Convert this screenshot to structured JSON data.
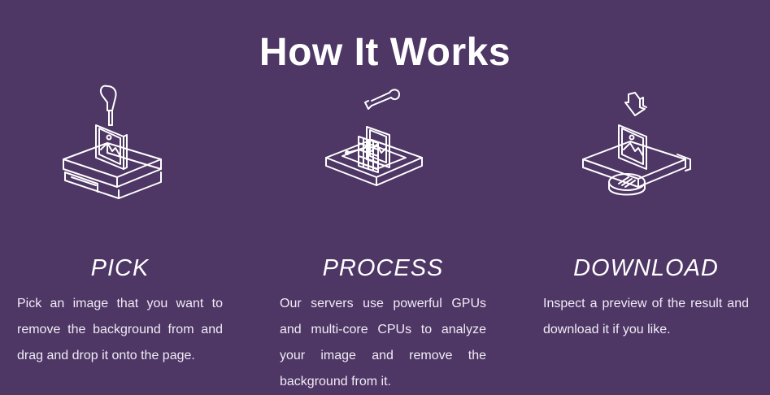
{
  "header": {
    "title": "How It Works"
  },
  "colors": {
    "background": "#4e3665",
    "text": "#ffffff"
  },
  "steps": [
    {
      "title": "PICK",
      "icon": "pointer-hand-icon",
      "text": "Pick an image that you want to remove the background from and drag and drop it onto the page."
    },
    {
      "title": "PROCESS",
      "icon": "wrench-grid-icon",
      "text": "Our servers use powerful GPUs and multi-core CPUs to analyze your image and remove the background from it."
    },
    {
      "title": "DOWNLOAD",
      "icon": "download-arrow-icon",
      "text": "Inspect a preview of the result and download it if you like."
    }
  ]
}
